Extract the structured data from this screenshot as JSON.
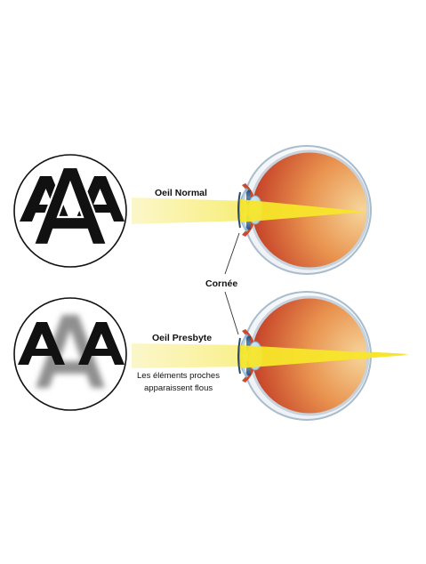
{
  "labels": {
    "normal_eye": "Oeil Normal",
    "cornea": "Cornée",
    "presbyopic_eye": "Oeil Presbyte",
    "near_blurry_line1": "Les éléments proches",
    "near_blurry_line2": "apparaissent flous"
  },
  "symbols": {
    "letter": "A"
  },
  "colors": {
    "light_beam": "#f6ea3a",
    "sclera_outline": "#9fb6c8",
    "retina_inner": "#d8613a",
    "retina_outer": "#f1c38a",
    "letter_sharp": "#111111",
    "letter_blurred": "#8f8f8f"
  }
}
